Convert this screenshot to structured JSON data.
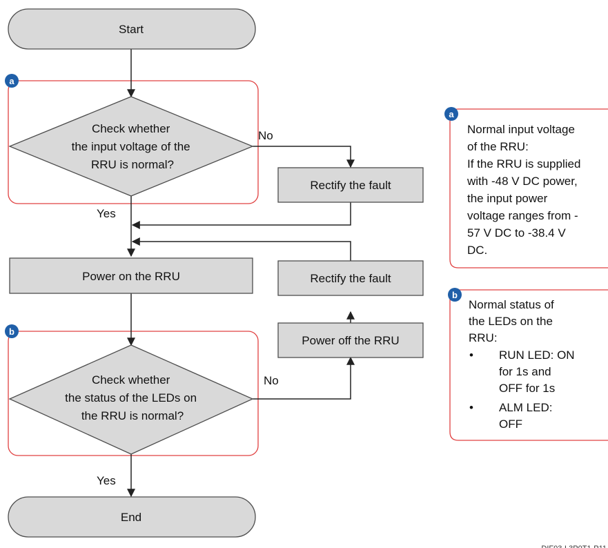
{
  "colors": {
    "shape_fill": "#d9d9d9",
    "shape_stroke": "#4d4d4d",
    "group_border": "#e04040",
    "badge": "#1f5fa8",
    "line": "#222222"
  },
  "nodes": {
    "start": "Start",
    "check_voltage": [
      "Check whether",
      "the input voltage of the",
      "RRU is normal?"
    ],
    "rectify_fault_1": "Rectify the fault",
    "power_on": "Power on the RRU",
    "rectify_fault_2": "Rectify the fault",
    "power_off": "Power off the RRU",
    "check_leds": [
      "Check whether",
      "the status of the LEDs on",
      "the RRU is normal?"
    ],
    "end": "End"
  },
  "edge_labels": {
    "voltage_no": "No",
    "voltage_yes": "Yes",
    "leds_no": "No",
    "leds_yes": "Yes"
  },
  "badges": {
    "a": "a",
    "b": "b"
  },
  "notes": {
    "a": {
      "badge": "a",
      "lines": [
        "Normal input voltage",
        "of the RRU:",
        "If the RRU is supplied",
        "with -48 V DC power,",
        "the input power",
        "voltage ranges from -",
        "57 V DC to -38.4 V",
        "DC."
      ]
    },
    "b": {
      "badge": "b",
      "lines": [
        "Normal status of",
        "the LEDs on the",
        "RRU:"
      ],
      "bullets": [
        {
          "symbol": "•",
          "lines": [
            "RUN LED: ON",
            "for 1s and",
            "OFF for 1s"
          ]
        },
        {
          "symbol": "•",
          "lines": [
            "ALM LED:",
            "OFF"
          ]
        }
      ]
    }
  },
  "doc_id": "DIF03-L3P0T1-P11"
}
